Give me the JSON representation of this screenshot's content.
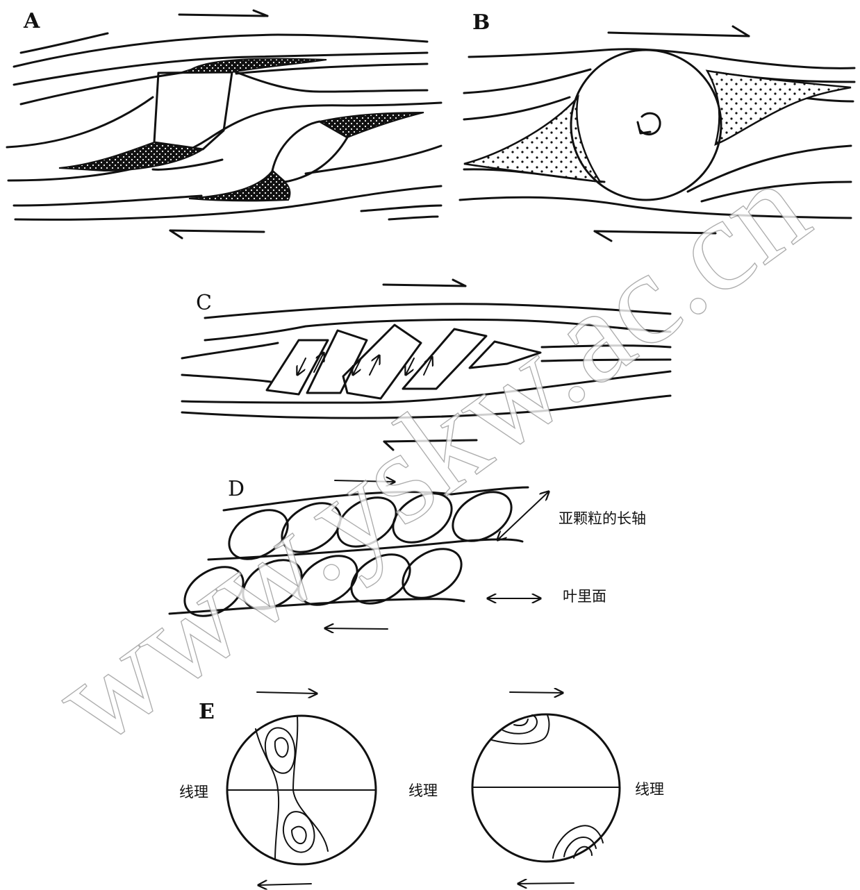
{
  "panels": {
    "a": {
      "letter": "A"
    },
    "b": {
      "letter": "B"
    },
    "c": {
      "letter": "C"
    },
    "d": {
      "letter": "D",
      "label_long_axis": "亚颗粒的长轴",
      "label_foliation": "叶里面"
    },
    "e": {
      "letter": "E",
      "label_lineation_left": "线理",
      "label_lineation_middle": "线理",
      "label_lineation_right": "线理"
    }
  },
  "watermark": "www.yskw.ac.cn",
  "colors": {
    "ink": "#111111",
    "background": "#ffffff",
    "watermark_outline": "#9a9a9a"
  }
}
